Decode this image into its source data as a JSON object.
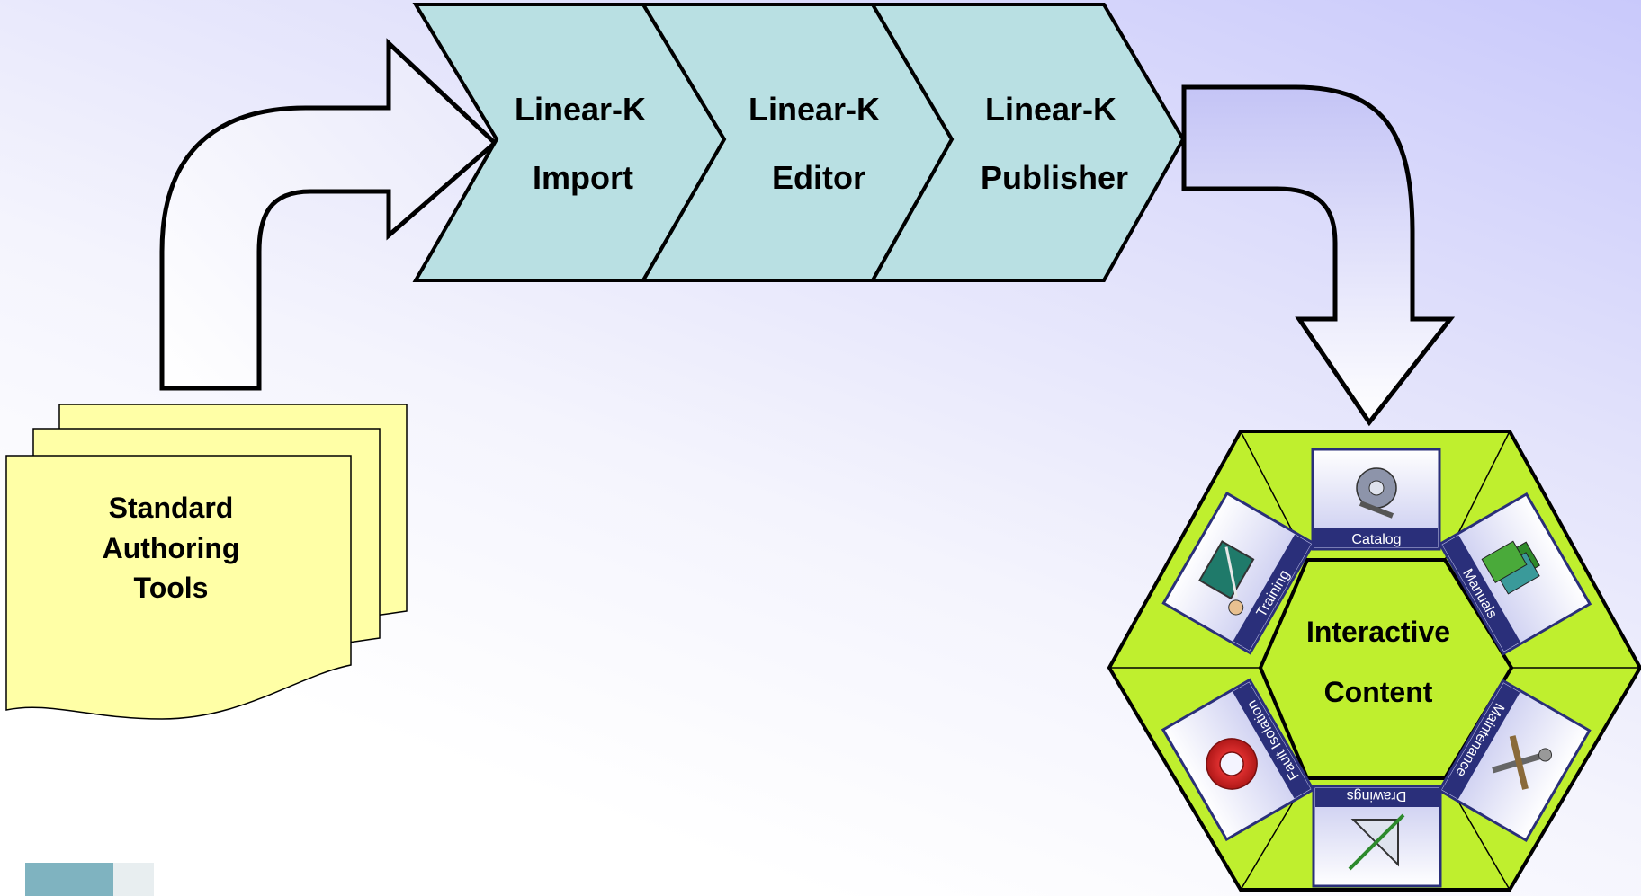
{
  "stages": [
    {
      "line1": "Linear-K",
      "line2": "Import"
    },
    {
      "line1": "Linear-K",
      "line2": "Editor"
    },
    {
      "line1": "Linear-K",
      "line2": "Publisher"
    }
  ],
  "source": {
    "line1": "Standard",
    "line2": "Authoring",
    "line3": "Tools"
  },
  "output": {
    "line1": "Interactive",
    "line2": "Content"
  },
  "tiles": {
    "catalog": "Catalog",
    "manuals": "Manuals",
    "maintenance": "Maintenance",
    "drawings": "Drawings",
    "fault_isolation": "Fault Isolation",
    "training": "Training"
  },
  "colors": {
    "chevron_fill": "#b9e0e3",
    "doc_fill": "#ffffa6",
    "hexagon_fill": "#bfef2e",
    "tile_bar": "#2a2f7a",
    "arrow_fill_light": "#ffffff",
    "arrow_fill_dark": "#c4c4f6"
  }
}
